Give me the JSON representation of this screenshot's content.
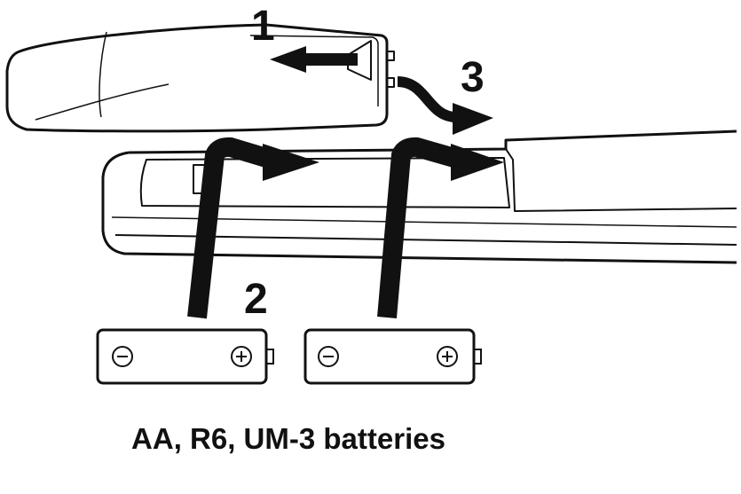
{
  "steps": {
    "step1": "1",
    "step2": "2",
    "step3": "3"
  },
  "caption": "AA, R6, UM-3 batteries",
  "battery_signs": {
    "negative": "−",
    "positive": "+"
  },
  "colors": {
    "line": "#111111",
    "background": "#ffffff"
  },
  "icons": [
    "battery-cover",
    "remote-body",
    "aa-battery",
    "arrow"
  ]
}
